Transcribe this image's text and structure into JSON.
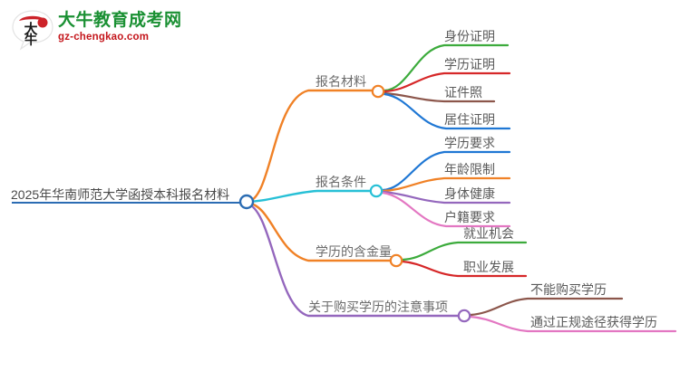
{
  "logo": {
    "mark_text": "大牛",
    "title": "大牛教育成考网",
    "subtitle": "gz-chengkao.com",
    "title_color": "#1a9033",
    "subtitle_color": "#c4161c",
    "mark_arc_color": "#cc2229"
  },
  "mindmap": {
    "root": {
      "label": "2025年华南师范大学函授本科报名材料",
      "color": "#2b6cb3"
    },
    "branches": [
      {
        "label": "报名材料",
        "color": "#f08126",
        "children": [
          {
            "label": "身份证明",
            "color": "#3cab3c"
          },
          {
            "label": "学历证明",
            "color": "#d62728"
          },
          {
            "label": "证件照",
            "color": "#8c564b"
          },
          {
            "label": "居住证明",
            "color": "#1f77d4"
          }
        ]
      },
      {
        "label": "报名条件",
        "color": "#27c0d6",
        "children": [
          {
            "label": "学历要求",
            "color": "#1f77d4"
          },
          {
            "label": "年龄限制",
            "color": "#f08126"
          },
          {
            "label": "身体健康",
            "color": "#9467bd"
          },
          {
            "label": "户籍要求",
            "color": "#e377c2"
          }
        ]
      },
      {
        "label": "学历的含金量",
        "color": "#f08126",
        "children": [
          {
            "label": "就业机会",
            "color": "#3cab3c"
          },
          {
            "label": "职业发展",
            "color": "#d62728"
          }
        ]
      },
      {
        "label": "关于购买学历的注意事项",
        "color": "#9467bd",
        "children": [
          {
            "label": "不能购买学历",
            "color": "#8c564b"
          },
          {
            "label": "通过正规途径获得学历",
            "color": "#e377c2"
          }
        ]
      }
    ]
  }
}
